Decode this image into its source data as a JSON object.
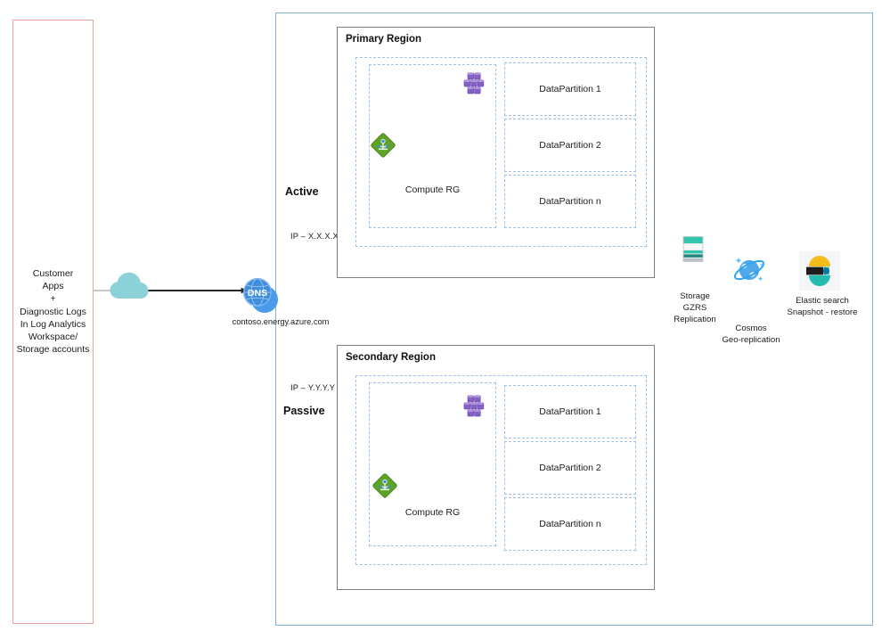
{
  "left_panel": {
    "name": "customer-apps-panel",
    "text": "Customer\nApps\n+\nDiagnostic Logs\nIn Log Analytics\nWorkspace/\nStorage accounts",
    "border_color": "#e8a49c"
  },
  "network": {
    "cloud_icon": "cloud-icon",
    "dns_icon": "dns-globe-icon",
    "dns_label": "DNS",
    "domain": "contoso.energy.azure.com",
    "active_label": "Active",
    "passive_label": "Passive",
    "active_ip": "IP – X.X.X.X",
    "passive_ip": "IP – Y.Y.Y.Y",
    "active_color": "#17a44b",
    "passive_color": "#ec2024",
    "arrow_color": "#262626"
  },
  "container": {
    "border_color": "#7fb2e0"
  },
  "regions": [
    {
      "id": "primary",
      "title": "Primary Region",
      "compute_rg_label": "Compute RG",
      "cubes_icon": "azure-scale-set-cubes-icon",
      "load_balancer_icon": "load-balancer-diamond-icon",
      "partitions": [
        "DataPartition 1",
        "DataPartition 2",
        "DataPartition n"
      ]
    },
    {
      "id": "secondary",
      "title": "Secondary Region",
      "compute_rg_label": "Compute RG",
      "cubes_icon": "azure-scale-set-cubes-icon",
      "load_balancer_icon": "load-balancer-diamond-icon",
      "partitions": [
        "DataPartition 1",
        "DataPartition 2",
        "DataPartition n"
      ]
    }
  ],
  "replication_services": [
    {
      "id": "storage",
      "icon": "azure-storage-icon",
      "label": "Storage\nGZRS\nReplication"
    },
    {
      "id": "cosmos",
      "icon": "azure-cosmos-db-icon",
      "label": "Cosmos\nGeo-replication"
    },
    {
      "id": "elastic",
      "icon": "elasticsearch-icon",
      "label": "Elastic search\nSnapshot - restore"
    }
  ],
  "replication_line_color": "#ffb900",
  "dashed_box_color": "#9cc3e8",
  "region_border_color": "#808080"
}
